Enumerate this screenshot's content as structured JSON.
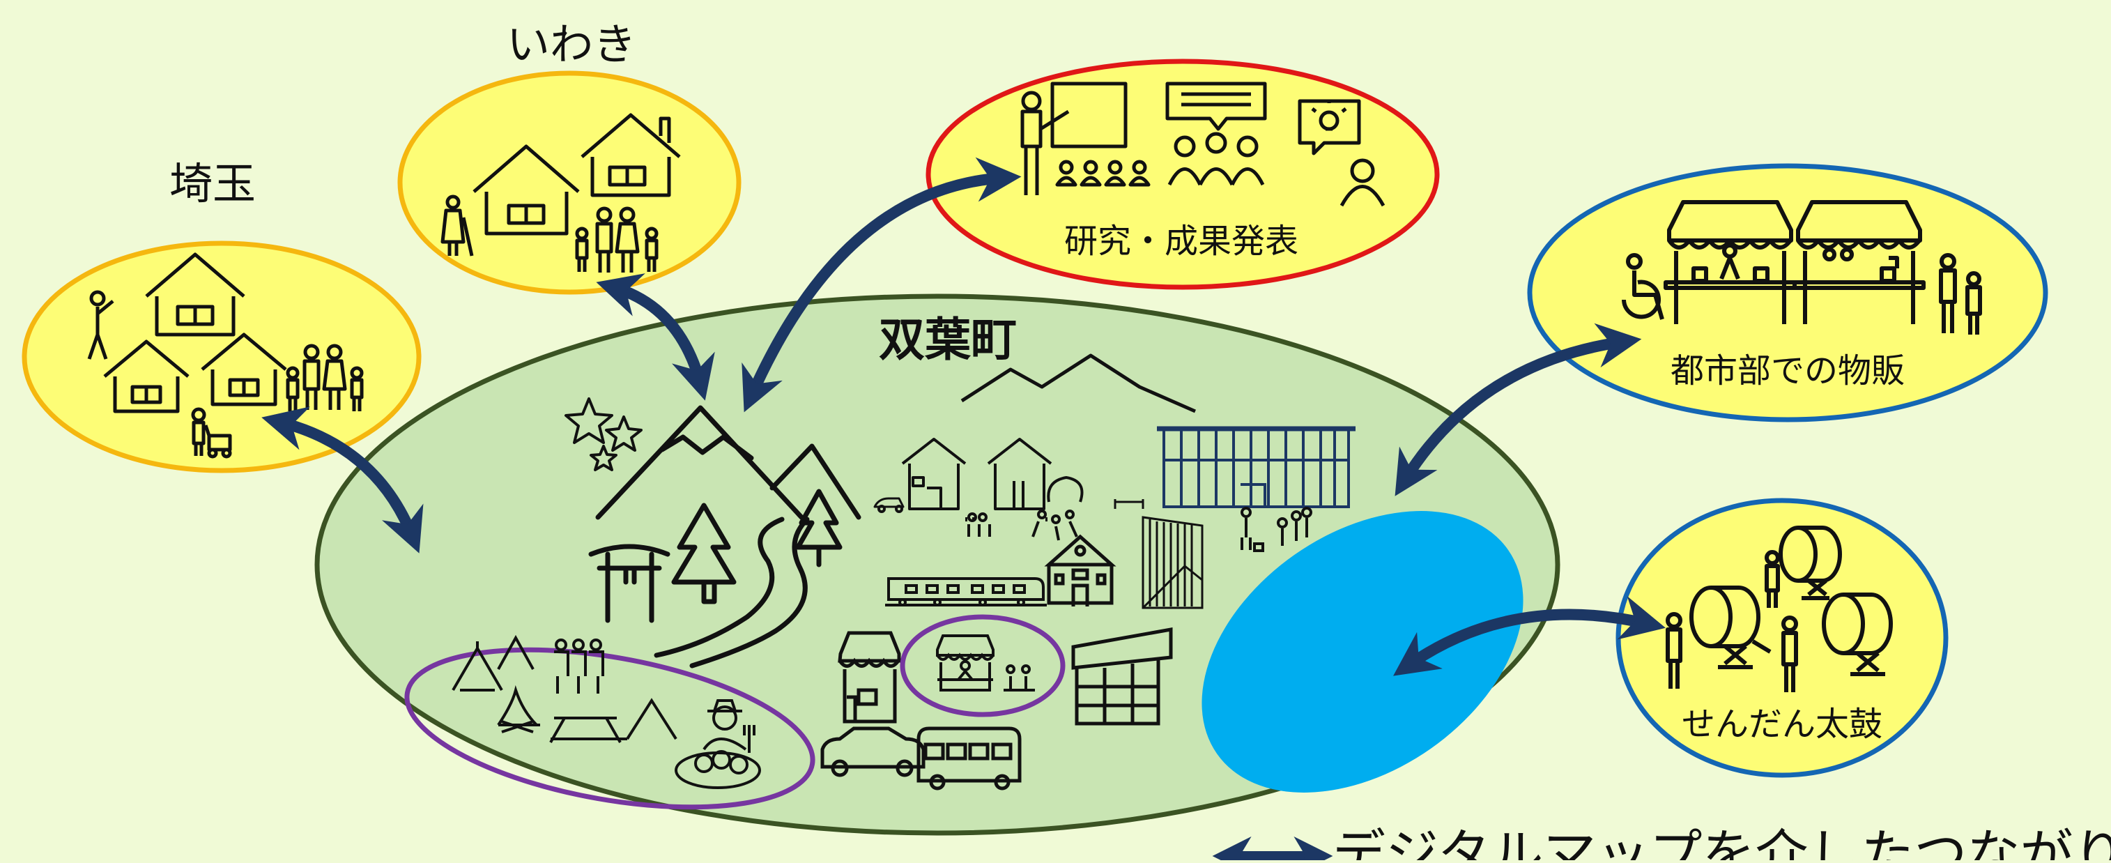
{
  "center": {
    "title": "双葉町"
  },
  "nodes": {
    "saitama": {
      "label": "埼玉"
    },
    "iwaki": {
      "label": "いわき"
    },
    "research": {
      "label": "研究・成果発表"
    },
    "urban": {
      "label": "都市部での物販"
    },
    "taiko": {
      "label": "せんだん太鼓"
    }
  },
  "legend": {
    "label": "デジタルマップを介したつながり"
  },
  "colors": {
    "background": "#f0fad6",
    "town_fill": "#c9e5b3",
    "town_stroke": "#3b5323",
    "node_fill": "#fdfd76",
    "orange": "#f5b70f",
    "red": "#e01717",
    "blue": "#1466b3",
    "arrow": "#1c3764",
    "lake": "#00adef",
    "purple": "#7636a0"
  }
}
